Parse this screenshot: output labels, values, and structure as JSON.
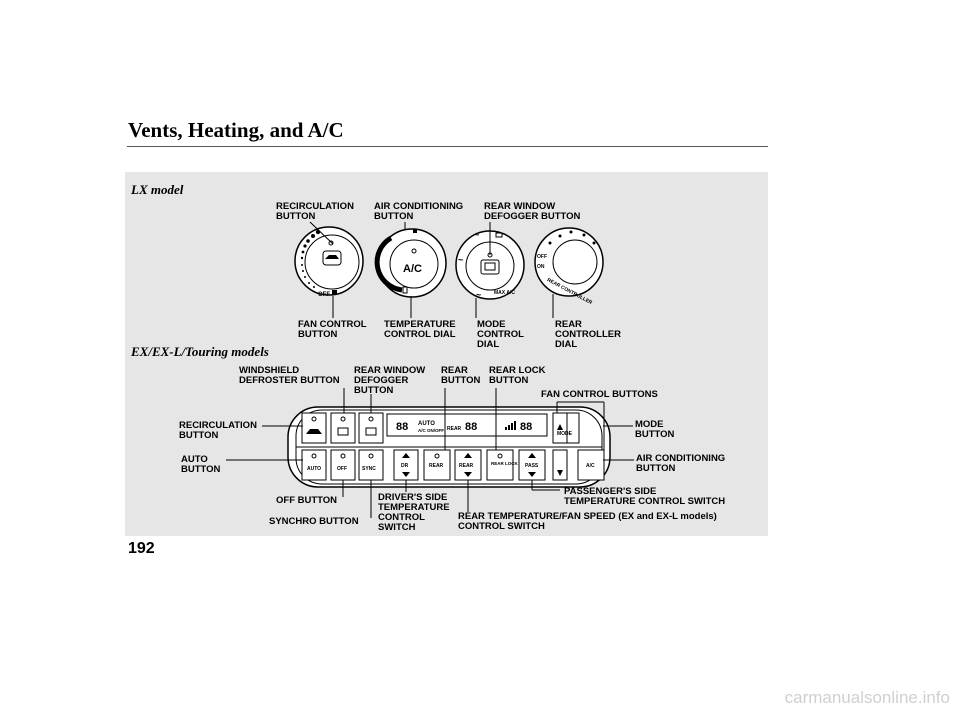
{
  "header": {
    "title": "Vents, Heating, and A/C"
  },
  "lx": {
    "heading": "LX model",
    "labels": {
      "recirculation": "RECIRCULATION\nBUTTON",
      "air_conditioning": "AIR CONDITIONING\nBUTTON",
      "rear_window_defogger": "REAR WINDOW\nDEFOGGER BUTTON",
      "fan_control": "FAN CONTROL\nBUTTON",
      "temperature_control_dial": "TEMPERATURE\nCONTROL DIAL",
      "mode_control_dial": "MODE\nCONTROL\nDIAL",
      "rear_controller_dial": "REAR\nCONTROLLER\nDIAL"
    },
    "dial_text": {
      "ac": "A/C",
      "off": "OFF",
      "on": "ON",
      "rear_controller": "REAR CONTROLLER",
      "max_ac": "MAX A/C"
    }
  },
  "ex": {
    "heading": "EX/EX-L/Touring models",
    "labels": {
      "windshield_defroster": "WINDSHIELD\nDEFROSTER BUTTON",
      "rear_window_defogger": "REAR WINDOW\nDEFOGGER\nBUTTON",
      "rear_button": "REAR\nBUTTON",
      "rear_lock": "REAR LOCK\nBUTTON",
      "fan_control_buttons": "FAN CONTROL BUTTONS",
      "recirculation": "RECIRCULATION\nBUTTON",
      "mode": "MODE\nBUTTON",
      "auto": "AUTO\nBUTTON",
      "air_conditioning": "AIR CONDITIONING\nBUTTON",
      "off_button": "OFF BUTTON",
      "synchro": "SYNCHRO BUTTON",
      "drivers_side_temp": "DRIVER'S SIDE\nTEMPERATURE\nCONTROL\nSWITCH",
      "passengers_side_temp": "PASSENGER'S SIDE\nTEMPERATURE CONTROL SWITCH",
      "rear_temp_fan": "REAR TEMPERATURE/FAN SPEED (EX and EX-L models)\nCONTROL SWITCH"
    },
    "panel_text": {
      "auto": "AUTO",
      "off": "OFF",
      "sync": "SYNC",
      "dr": "DR",
      "rear": "REAR",
      "rear_lock": "REAR LOCK",
      "pass": "PASS",
      "mode": "MODE",
      "ac": "A/C",
      "display_auto": "AUTO",
      "display_ac_onoff": "A/C ON/OFF",
      "display_rear": "REAR",
      "display_digits": "88"
    }
  },
  "page_number": "192",
  "footer": "carmanualsonline.info"
}
